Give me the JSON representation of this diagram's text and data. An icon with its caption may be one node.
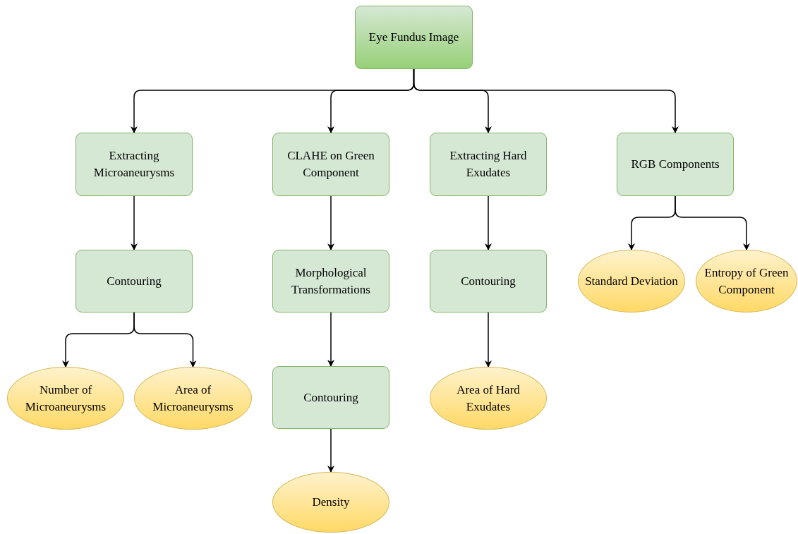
{
  "diagram": {
    "nodes": [
      {
        "text": [
          "Eye Fundus Image"
        ]
      },
      {
        "text": [
          "Extracting Microaneurysms"
        ]
      },
      {
        "text": [
          "CLAHE on Green Component"
        ]
      },
      {
        "text": [
          "Extracting Hard Exudates"
        ]
      },
      {
        "text": [
          "RGB Components"
        ]
      },
      {
        "text": [
          "Contouring"
        ]
      },
      {
        "text": [
          "Morphological Transformations"
        ]
      },
      {
        "text": [
          "Contouring"
        ]
      },
      {
        "text": [
          "Standard Deviation"
        ]
      },
      {
        "text": [
          "Entropy of Green Component"
        ]
      },
      {
        "text": [
          "Number of Microaneurysms"
        ]
      },
      {
        "text": [
          "Area of Microaneurysms"
        ]
      },
      {
        "text": [
          "Contouring"
        ]
      },
      {
        "text": [
          "Area of Hard Exudates"
        ]
      },
      {
        "text": [
          "Density"
        ]
      }
    ],
    "edges": [
      {
        "from": 0,
        "to": 1,
        "arrow": "to"
      },
      {
        "from": 0,
        "to": 2,
        "arrow": "to"
      },
      {
        "from": 0,
        "to": 3,
        "arrow": "to"
      },
      {
        "from": 0,
        "to": 4,
        "arrow": "to"
      },
      {
        "from": 1,
        "to": 5,
        "arrow": "to"
      },
      {
        "from": 2,
        "to": 6,
        "arrow": "to"
      },
      {
        "from": 3,
        "to": 7,
        "arrow": "to"
      },
      {
        "from": 4,
        "to": 8,
        "arrow": "to"
      },
      {
        "from": 4,
        "to": 9,
        "arrow": "to"
      },
      {
        "from": 5,
        "to": 10,
        "arrow": "to"
      },
      {
        "from": 5,
        "to": 11,
        "arrow": "to"
      },
      {
        "from": 6,
        "to": 12,
        "arrow": "to"
      },
      {
        "from": 7,
        "to": 13,
        "arrow": "to"
      },
      {
        "from": 12,
        "to": 14,
        "arrow": "to"
      }
    ]
  }
}
